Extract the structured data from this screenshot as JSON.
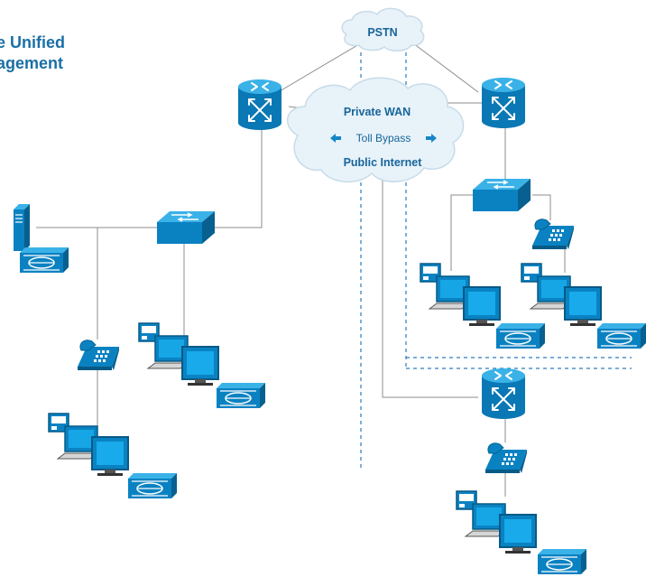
{
  "title": {
    "line1": "sole Unified",
    "line2": "lanagement"
  },
  "clouds": {
    "pstn": "PSTN",
    "wan_line1": "Private WAN",
    "wan_line2": "Toll Bypass",
    "wan_line3": "Public Internet"
  },
  "colors": {
    "title": "#1a6fa6",
    "device_fill": "#0f8fca",
    "device_dark": "#0a6a9c",
    "cloud_text": "#16659a",
    "line": "#8c8c8c",
    "dashed": "#2a7cc0"
  },
  "icons": {
    "router": "router-icon",
    "switch": "switch-icon",
    "server": "server-icon",
    "ip_phone": "ip-phone-icon",
    "pc": "pc-workstation-icon",
    "console": "voice-console-icon"
  }
}
